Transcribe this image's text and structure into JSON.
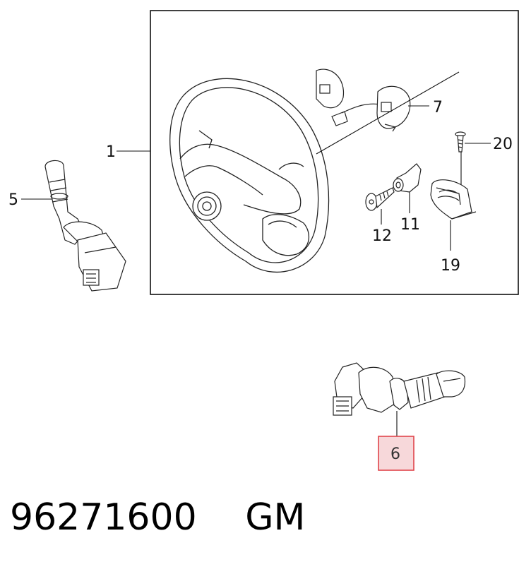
{
  "callouts": {
    "c1": "1",
    "c5": "5",
    "c6": "6",
    "c7": "7",
    "c11": "11",
    "c12": "12",
    "c19": "19",
    "c20": "20"
  },
  "footer": {
    "part_number": "96271600",
    "brand": "GM"
  },
  "highlight": {
    "callout": "6",
    "border_color": "#e0454b",
    "fill_color": "#f7d8da"
  }
}
